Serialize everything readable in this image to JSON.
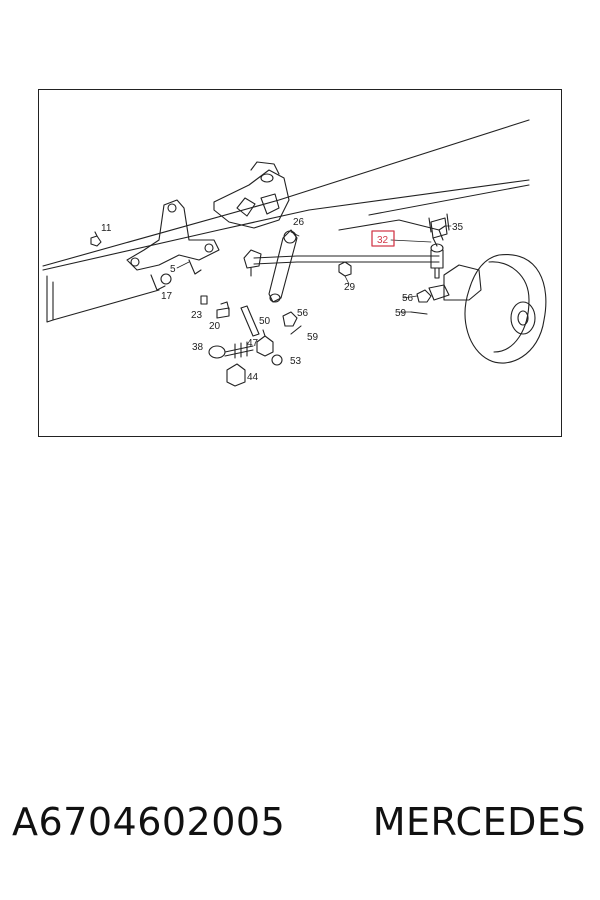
{
  "diagram": {
    "callouts": [
      {
        "id": "c11",
        "label": "11"
      },
      {
        "id": "c26",
        "label": "26"
      },
      {
        "id": "c35",
        "label": "35"
      },
      {
        "id": "c32",
        "label": "32",
        "highlighted": true
      },
      {
        "id": "c5",
        "label": "5"
      },
      {
        "id": "c29",
        "label": "29"
      },
      {
        "id": "c17",
        "label": "17"
      },
      {
        "id": "c56a",
        "label": "56"
      },
      {
        "id": "c23",
        "label": "23"
      },
      {
        "id": "c50",
        "label": "50"
      },
      {
        "id": "c56b",
        "label": "56"
      },
      {
        "id": "c59a",
        "label": "59"
      },
      {
        "id": "c20",
        "label": "20"
      },
      {
        "id": "c59b",
        "label": "59"
      },
      {
        "id": "c38",
        "label": "38"
      },
      {
        "id": "c47",
        "label": "47"
      },
      {
        "id": "c53",
        "label": "53"
      },
      {
        "id": "c44",
        "label": "44"
      }
    ],
    "highlight_color": "#d23a4a",
    "line_color": "#222222"
  },
  "caption": {
    "part_number": "A6704602005",
    "brand": "MERCEDES"
  }
}
